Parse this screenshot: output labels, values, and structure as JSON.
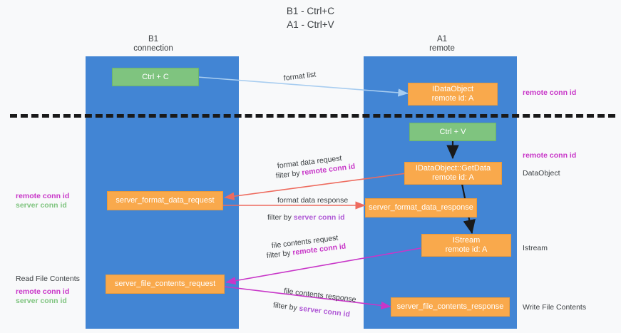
{
  "diagram": {
    "title": "B1 - Ctrl+C\nA1 - Ctrl+V",
    "lanes": [
      {
        "id": "b1",
        "head": "B1\nconnection"
      },
      {
        "id": "a1",
        "head": "A1\nremote"
      }
    ],
    "nodes": [
      {
        "id": "ctrl-c",
        "line1": "Ctrl + C",
        "line2": ""
      },
      {
        "id": "idataobject-remote",
        "line1": "IDataObject",
        "line2": "remote id: A"
      },
      {
        "id": "ctrl-v",
        "line1": "Ctrl + V",
        "line2": ""
      },
      {
        "id": "getdata",
        "line1": "IDataObject::GetData",
        "line2": "remote id: A"
      },
      {
        "id": "server-format-data-request",
        "line1": "server_format_data_request",
        "line2": ""
      },
      {
        "id": "server-format-data-response",
        "line1": "server_format_data_response",
        "line2": ""
      },
      {
        "id": "istream",
        "line1": "IStream",
        "line2": "remote id: A"
      },
      {
        "id": "server-file-contents-request",
        "line1": "server_file_contents_request",
        "line2": ""
      },
      {
        "id": "server-file-contents-response",
        "line1": "server_file_contents_response",
        "line2": ""
      }
    ],
    "arrow_labels": {
      "format_list": "format list",
      "format_data_request": "format data request",
      "format_data_request_filter_prefix": "filter by ",
      "format_data_request_filter_key": "remote conn id",
      "format_data_response": "format data response",
      "format_data_response_filter_prefix": "filter by ",
      "format_data_response_filter_key": "server conn id",
      "file_contents_request": "file contents request",
      "file_contents_request_filter_prefix": "filter by ",
      "file_contents_request_filter_key": "remote conn id",
      "file_contents_response": "file contents response",
      "file_contents_response_filter_prefix": "filter by ",
      "file_contents_response_filter_key": "server conn id"
    },
    "side_labels": {
      "right_remote_conn_id_top": "remote conn id",
      "right_remote_conn_id_mid": "remote conn id",
      "right_dataobject": "DataObject",
      "right_istream": "Istream",
      "right_write_file_contents": "Write File Contents",
      "left_remote_conn_id": "remote conn id",
      "left_server_conn_id": "server conn id",
      "left_read_file_contents": "Read File Contents",
      "left_remote_conn_id_2": "remote conn id",
      "left_server_conn_id_2": "server conn id"
    },
    "colors": {
      "lane": "#4285d4",
      "node_orange": "#f9a94c",
      "node_green": "#7fc47f",
      "arrow_blue": "#a8cdf0",
      "arrow_red": "#ee6b5e",
      "arrow_magenta": "#c836c8",
      "arrow_black": "#1a1a1a",
      "key_remote": "#c836c8",
      "key_server": "#7fc47f",
      "separator": "#1a1a1a"
    }
  }
}
